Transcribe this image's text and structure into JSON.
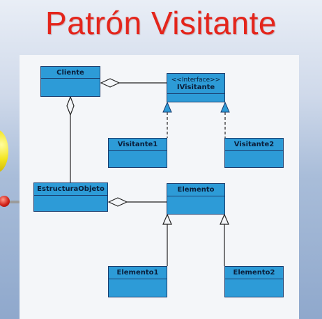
{
  "slide": {
    "title": "Patrón Visitante",
    "title_color": "#e4251b"
  },
  "diagram": {
    "class_fill": "#2d9bd7",
    "class_border": "#1a3d6e",
    "classes": {
      "cliente": {
        "name": "Cliente"
      },
      "ivisitante": {
        "stereotype": "<<Interface>>",
        "name": "IVisitante"
      },
      "visitante1": {
        "name": "Visitante1"
      },
      "visitante2": {
        "name": "Visitante2"
      },
      "estructura_objeto": {
        "name": "EstructuraObjeto"
      },
      "elemento": {
        "name": "Elemento"
      },
      "elemento1": {
        "name": "Elemento1"
      },
      "elemento2": {
        "name": "Elemento2"
      }
    },
    "relationships": [
      {
        "type": "aggregation",
        "from": "Cliente",
        "to": "IVisitante"
      },
      {
        "type": "aggregation",
        "from": "Cliente",
        "to": "EstructuraObjeto"
      },
      {
        "type": "aggregation",
        "from": "EstructuraObjeto",
        "to": "Elemento"
      },
      {
        "type": "realization",
        "from": "Visitante1",
        "to": "IVisitante"
      },
      {
        "type": "realization",
        "from": "Visitante2",
        "to": "IVisitante"
      },
      {
        "type": "generalization",
        "from": "Elemento1",
        "to": "Elemento"
      },
      {
        "type": "generalization",
        "from": "Elemento2",
        "to": "Elemento"
      }
    ]
  }
}
